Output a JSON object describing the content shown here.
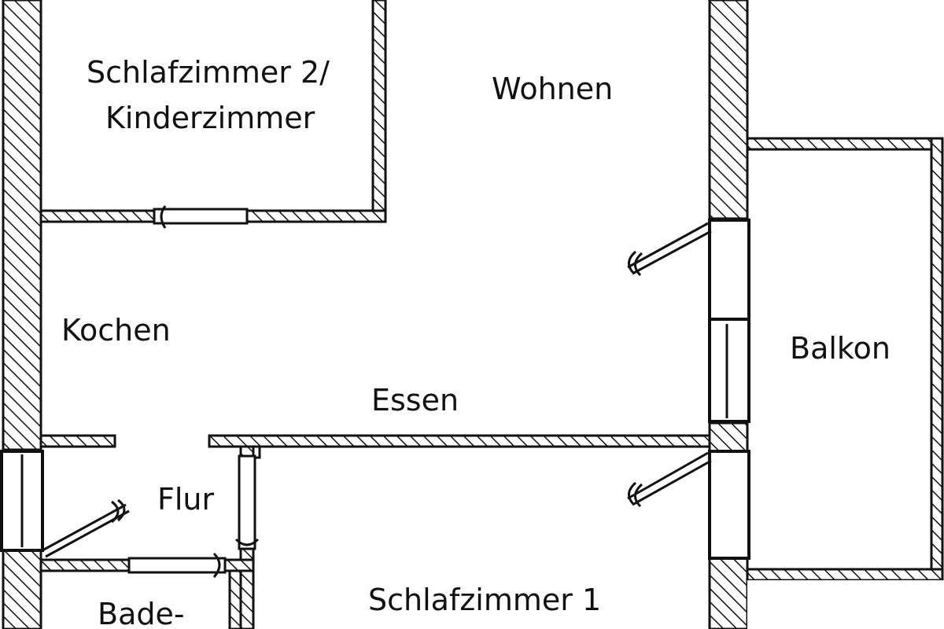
{
  "rooms": {
    "schlafzimmer2_line1": "Schlafzimmer 2/",
    "schlafzimmer2_line2": "Kinderzimmer",
    "wohnen": "Wohnen",
    "kochen": "Kochen",
    "essen": "Essen",
    "balkon": "Balkon",
    "flur": "Flur",
    "schlafzimmer1": "Schlafzimmer 1",
    "bad": "Bade-"
  },
  "colors": {
    "line": "#111111",
    "background": "#ffffff"
  }
}
